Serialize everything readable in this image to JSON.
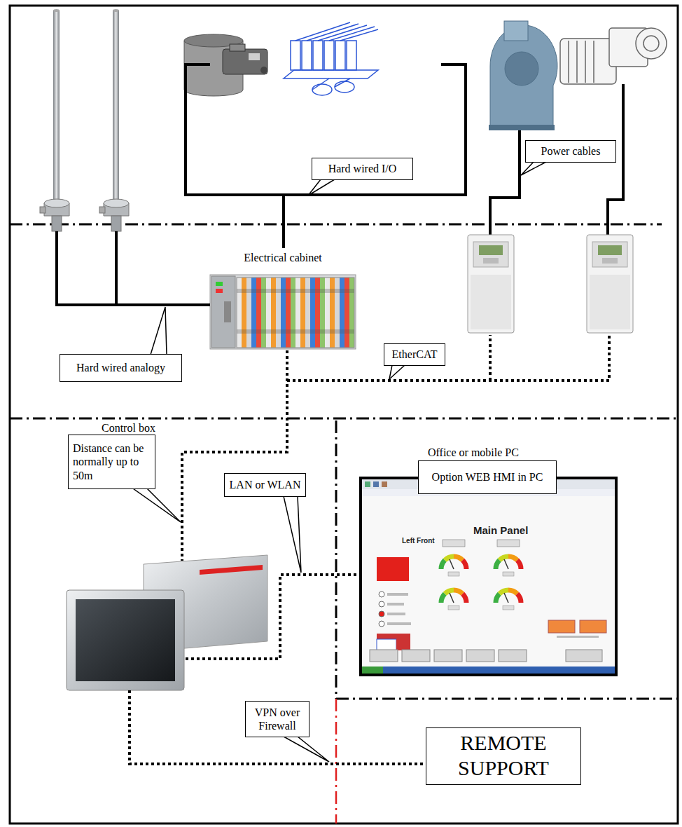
{
  "diagram": {
    "nodes": [
      {
        "text": [
          "Hard wired I/O"
        ]
      },
      {
        "text": [
          "Power cables"
        ]
      },
      {
        "text": [
          "Electrical cabinet"
        ]
      },
      {
        "text": [
          "Hard wired analogy"
        ]
      },
      {
        "text": [
          "EtherCAT"
        ]
      },
      {
        "text": [
          "Control box"
        ]
      },
      {
        "text": [
          "Distance can be normally up to 50m"
        ]
      },
      {
        "text": [
          "Office or mobile PC"
        ]
      },
      {
        "text": [
          "Option WEB HMI in PC"
        ],
        "in": 7
      },
      {
        "text": [
          "LAN or WLAN"
        ]
      },
      {
        "text": [
          "VPN over Firewall"
        ]
      },
      {
        "text": [
          "REMOTE SUPPORT"
        ]
      }
    ],
    "edges": [
      {
        "from": 2,
        "to": 5,
        "arrow": "none"
      },
      {
        "from": 5,
        "to": 7,
        "arrow": "none"
      },
      {
        "from": 5,
        "to": 11,
        "arrow": "none"
      }
    ],
    "labels": [
      "Main Panel",
      "Left Front"
    ]
  }
}
